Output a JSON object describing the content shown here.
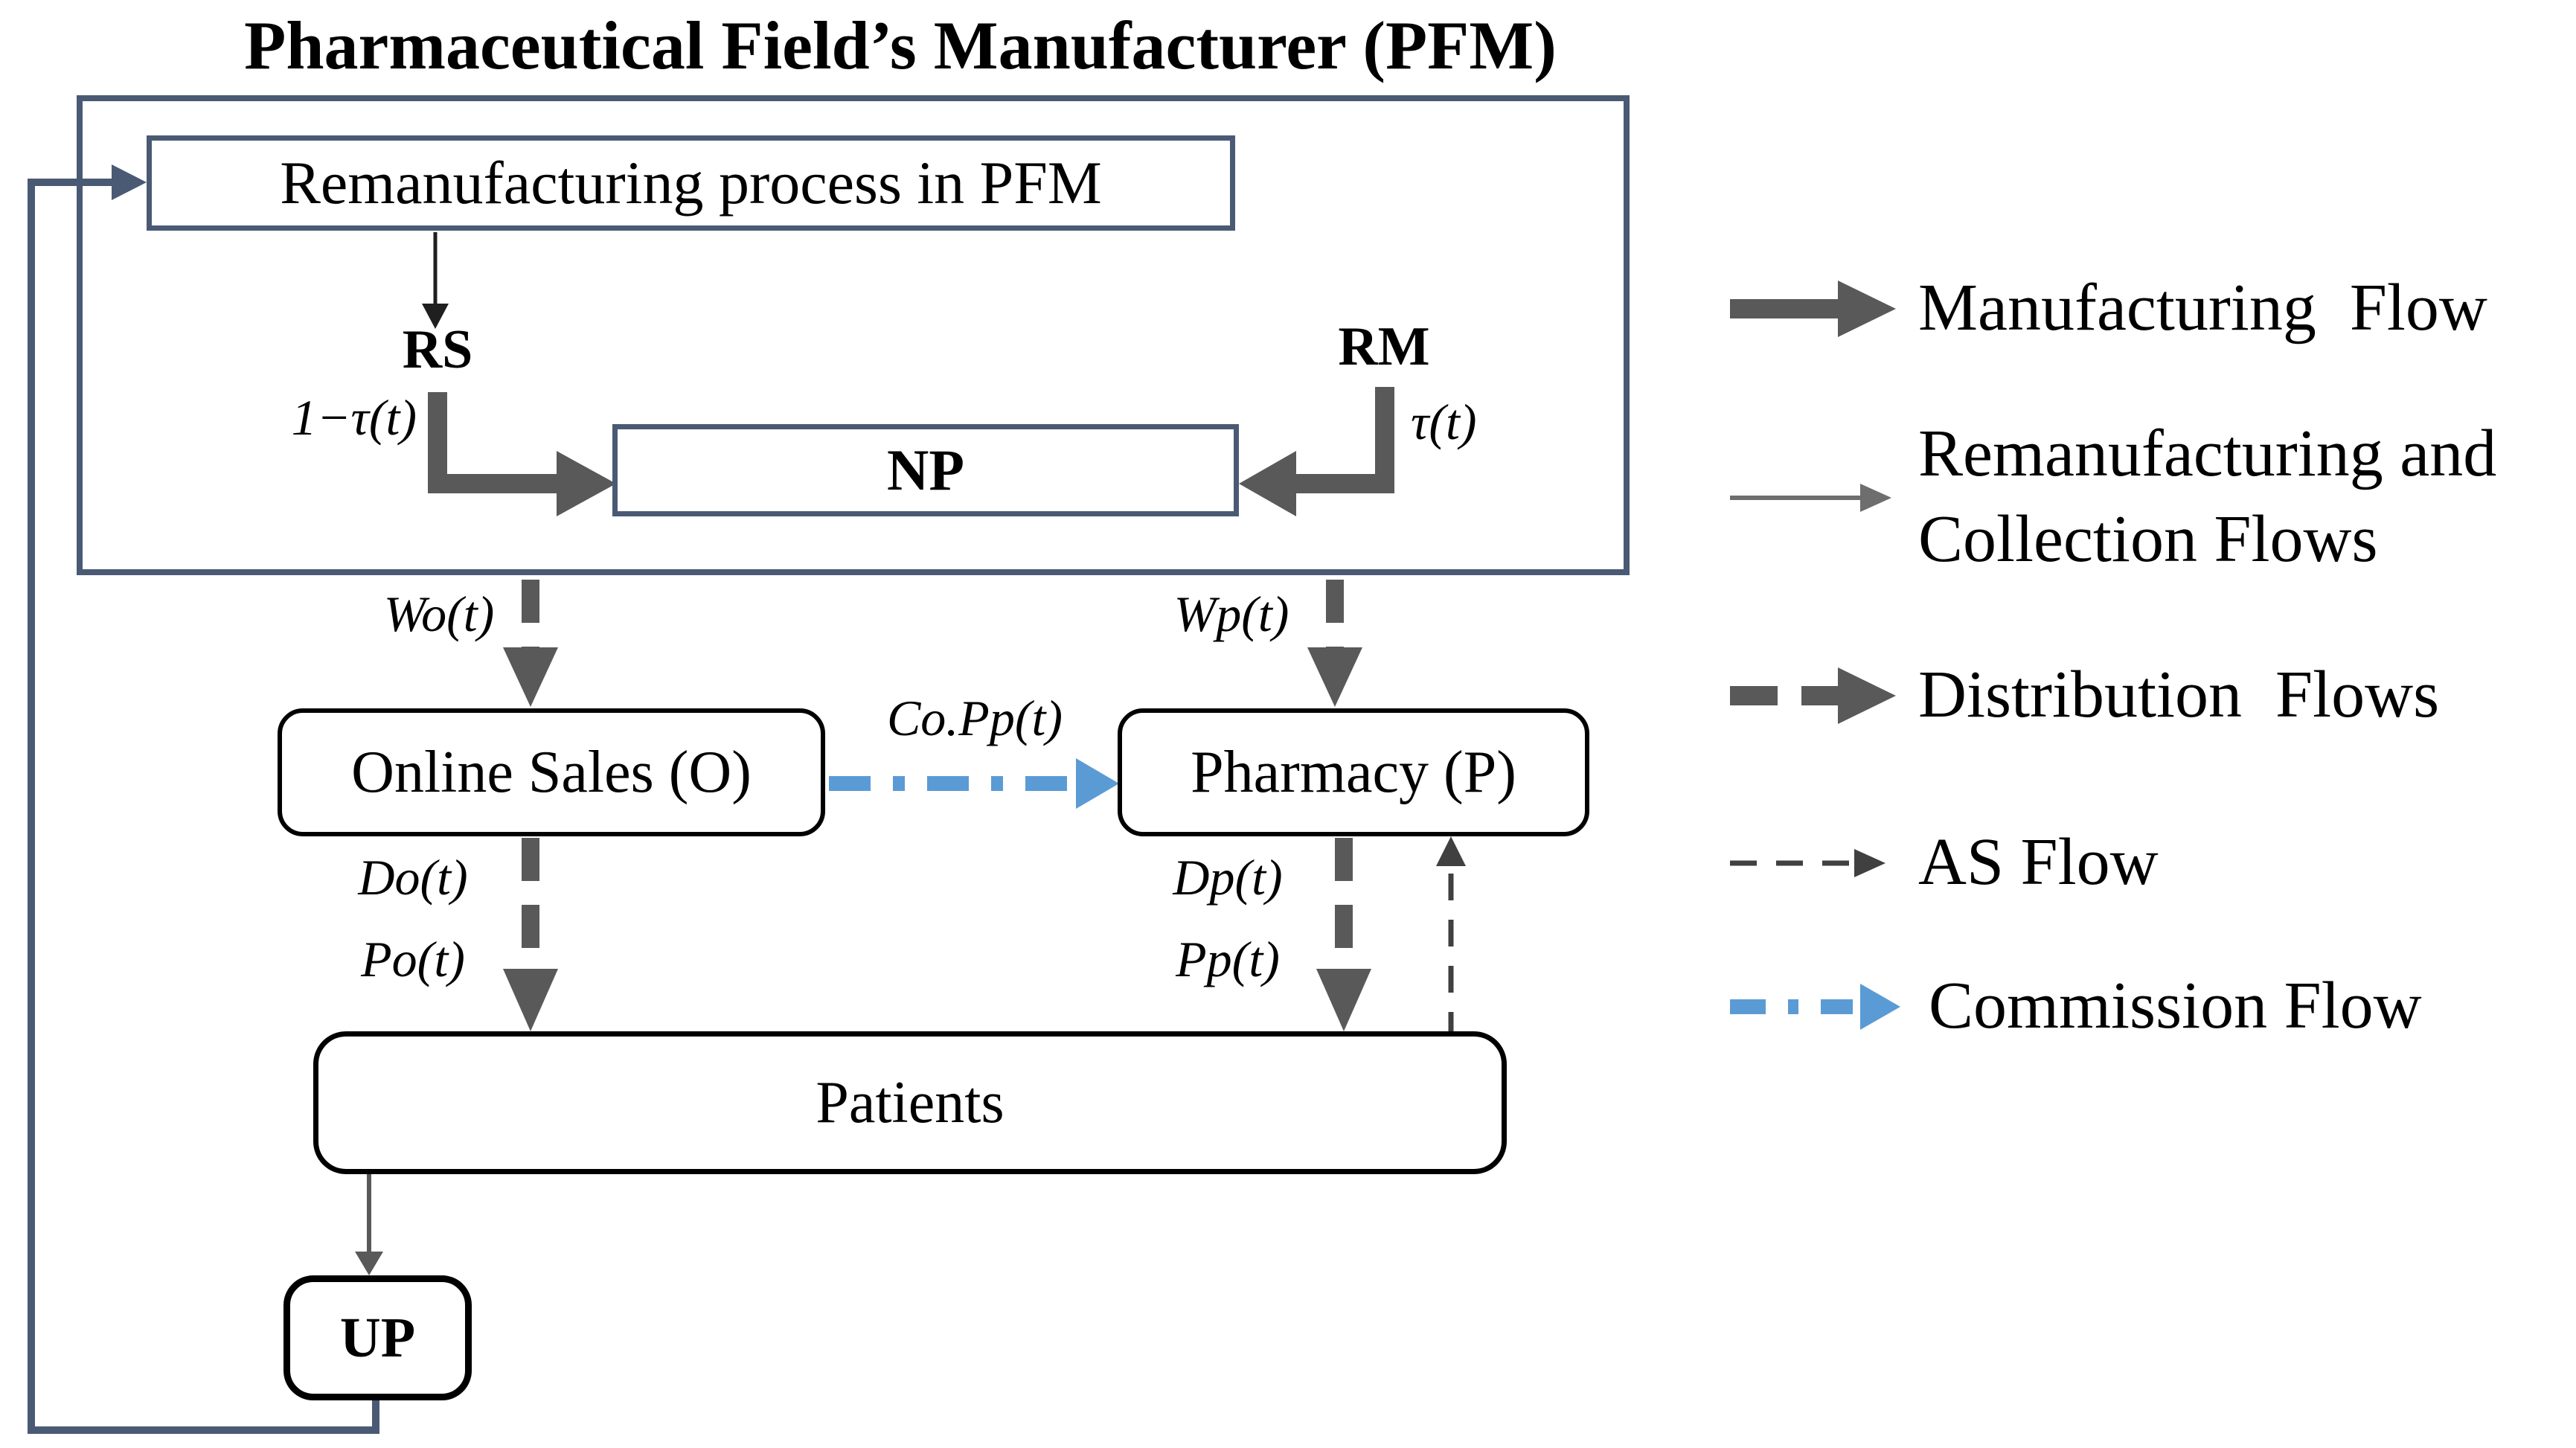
{
  "title": "Pharmaceutical Field’s Manufacturer (PFM)",
  "nodes": {
    "remanufacturing": "Remanufacturing process in PFM",
    "rs": "RS",
    "rm": "RM",
    "np": "NP",
    "online_sales": "Online Sales (O)",
    "pharmacy": "Pharmacy (P)",
    "patients": "Patients",
    "up": "UP"
  },
  "flow_labels": {
    "tau_complement": "1−τ(t)",
    "tau": "τ(t)",
    "wo": "Wo(t)",
    "wp": "Wp(t)",
    "co_pp": "Co.Pp(t)",
    "d_o": "Do(t)",
    "p_o": "Po(t)",
    "d_p": "Dp(t)",
    "p_p": "Pp(t)"
  },
  "legend": {
    "manufacturing": "Manufacturing  Flow",
    "remanufacturing_collection": "Remanufacturing and Collection Flows",
    "distribution": "Distribution  Flows",
    "as_flow": "AS Flow",
    "commission": "Commission Flow"
  },
  "colors": {
    "slate": "#4a5a74",
    "gray": "#595959",
    "light_gray": "#6e6e6e",
    "dark": "#1f1f1f",
    "as_gray": "#404040",
    "blue": "#5B9BD5",
    "background": "#ffffff"
  }
}
